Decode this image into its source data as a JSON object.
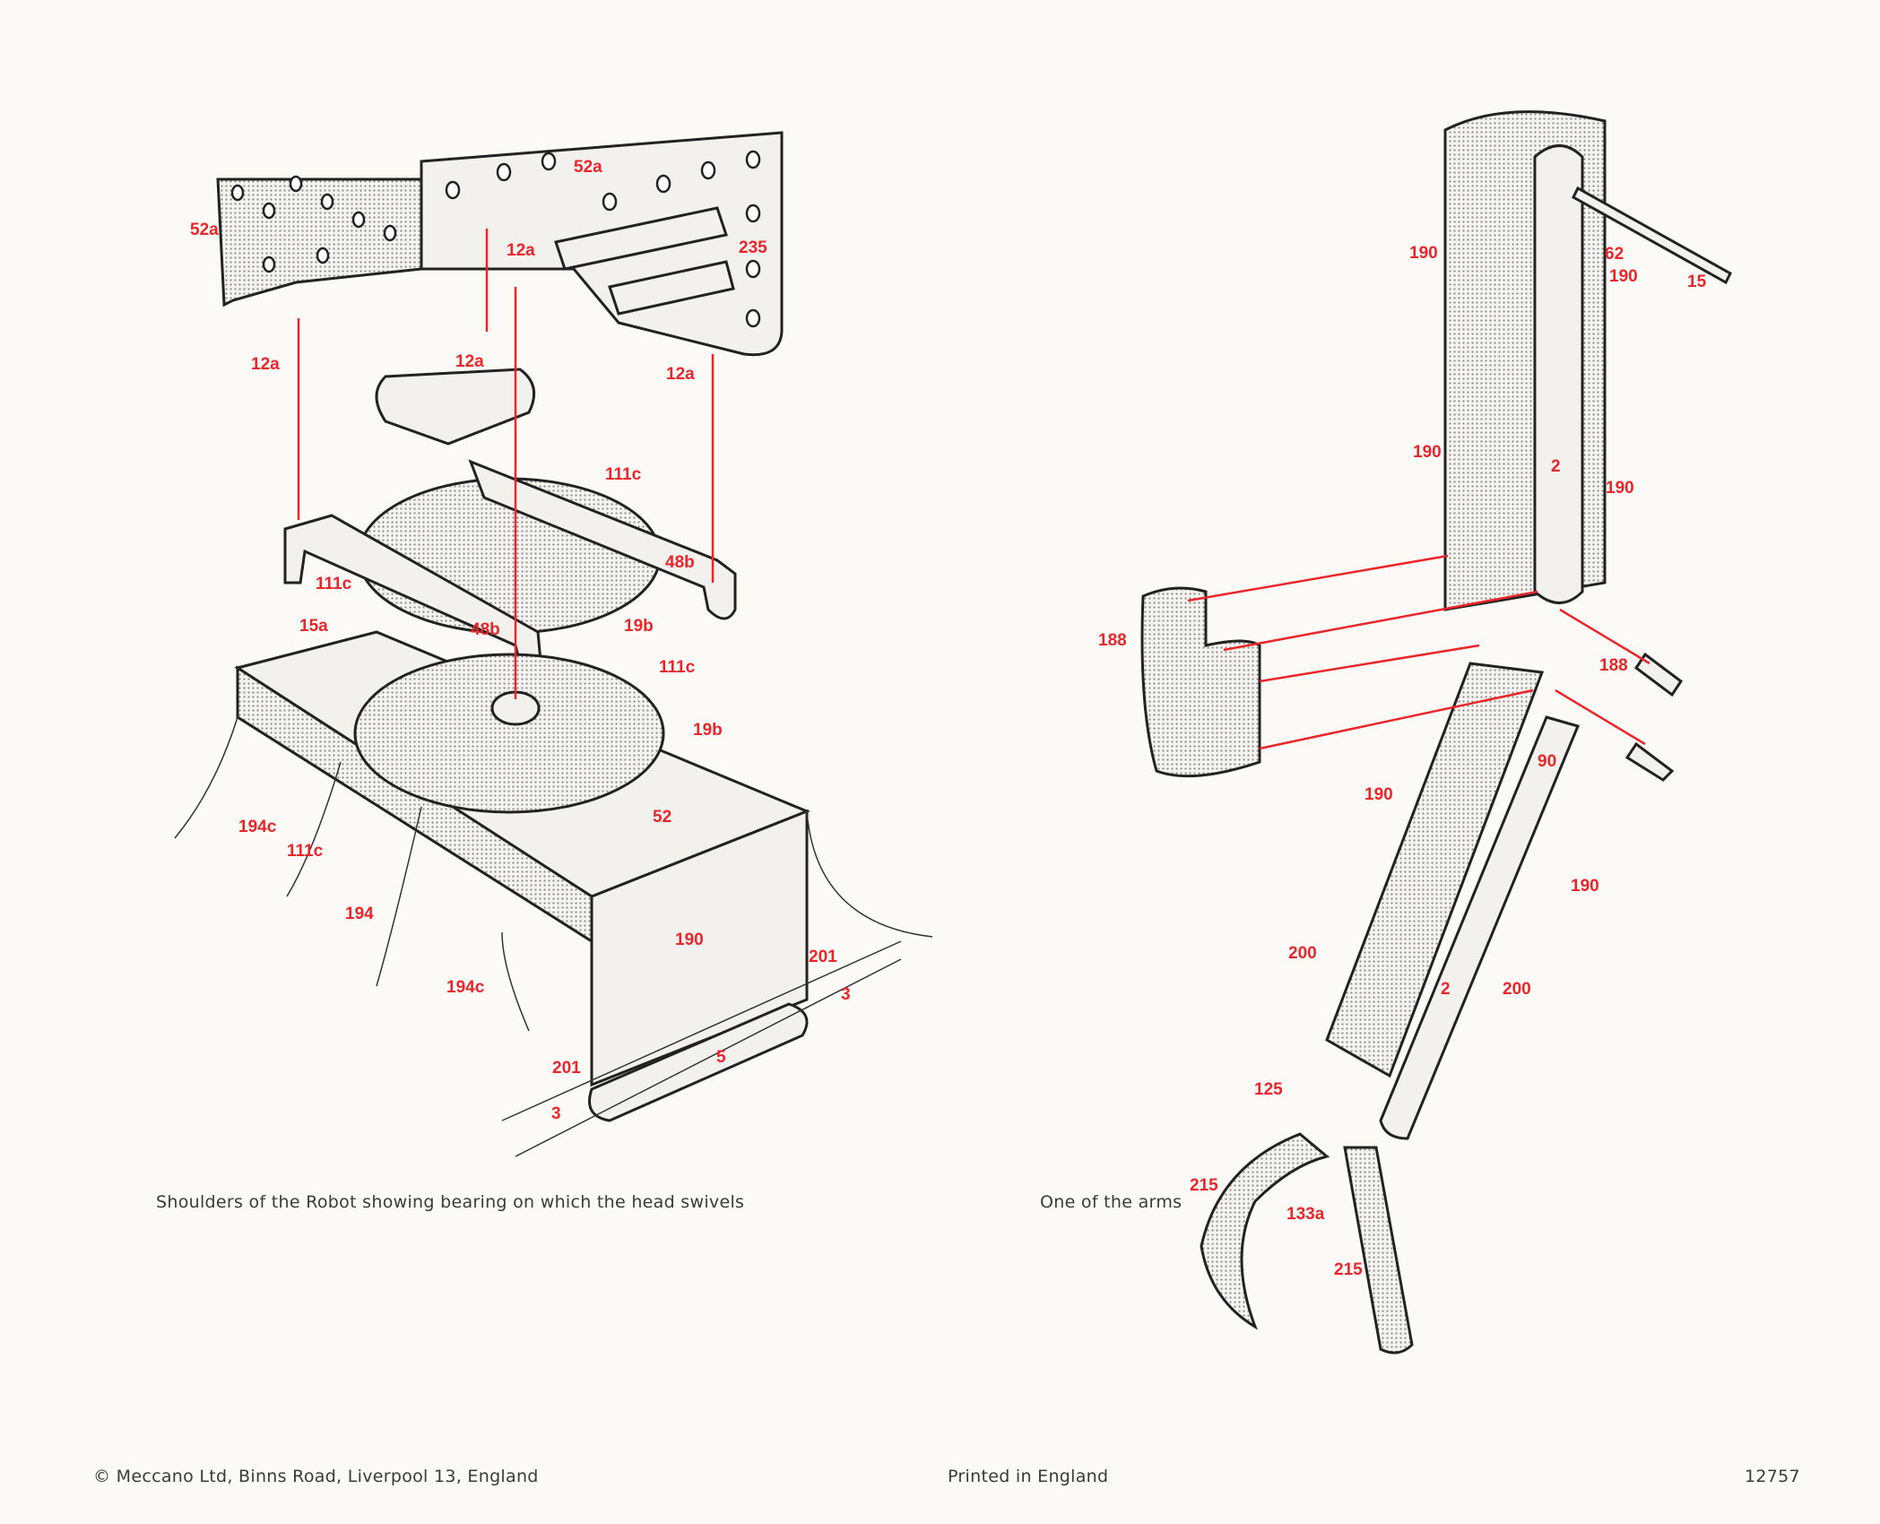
{
  "figures": {
    "shoulders": {
      "caption": "Shoulders of the Robot showing bearing on which the head swivels",
      "labels": [
        "52a",
        "52a",
        "12a",
        "235",
        "12a",
        "12a",
        "12a",
        "111c",
        "48b",
        "111c",
        "19b",
        "15a",
        "48b",
        "111c",
        "19b",
        "52",
        "194c",
        "111c",
        "194",
        "190",
        "201",
        "3",
        "194c",
        "5",
        "201",
        "3"
      ]
    },
    "arm": {
      "caption": "One of the arms",
      "labels": [
        "190",
        "62",
        "190",
        "15",
        "190",
        "2",
        "190",
        "188",
        "188",
        "90",
        "190",
        "190",
        "200",
        "2",
        "200",
        "125",
        "215",
        "133a",
        "215"
      ]
    }
  },
  "footer": {
    "copyright": "© Meccano Ltd, Binns Road, Liverpool 13, England",
    "printed": "Printed in England",
    "code": "12757"
  },
  "colors": {
    "label_red": "#e8262b",
    "ink": "#222222",
    "paper": "#fbfaf6"
  }
}
